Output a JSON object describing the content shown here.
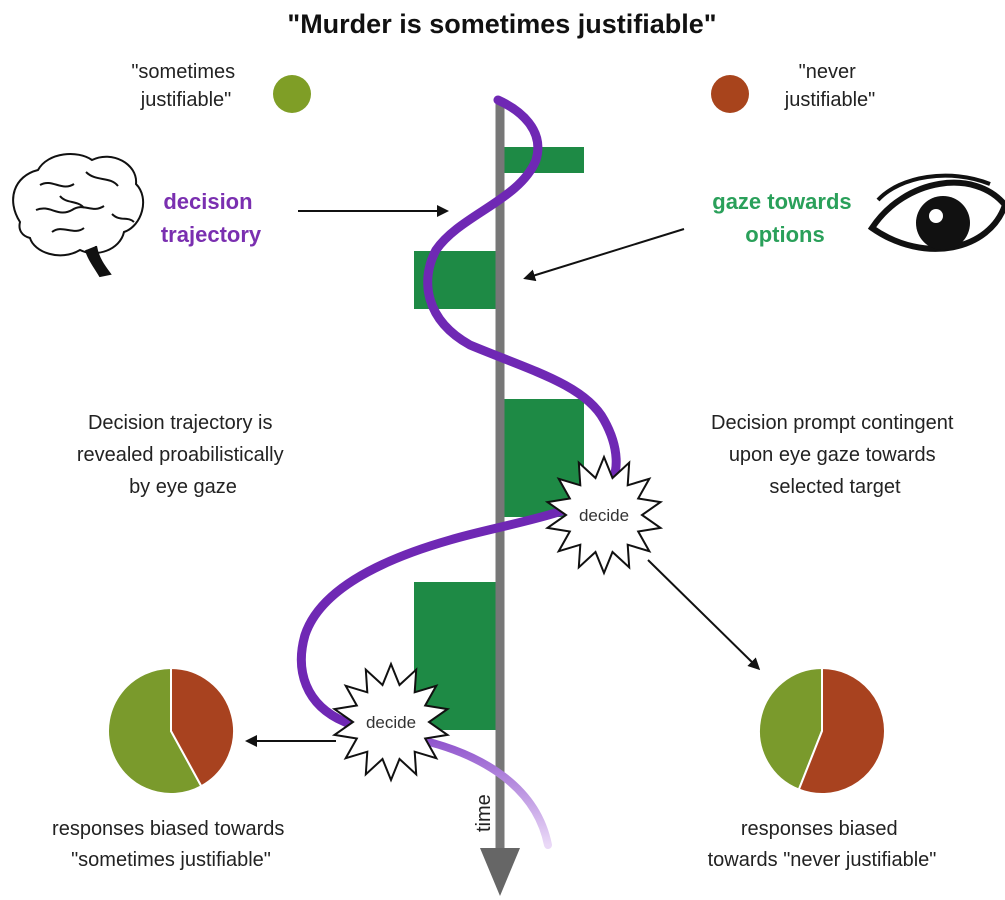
{
  "title": "\"Murder is sometimes justifiable\"",
  "options": {
    "left": [
      "\"sometimes",
      "justifiable\""
    ],
    "right": [
      "\"never",
      "justifiable\""
    ]
  },
  "labels": {
    "decision_trajectory": [
      "decision",
      "trajectory"
    ],
    "gaze_towards_options": [
      "gaze towards",
      "options"
    ],
    "decide": "decide",
    "time": "time"
  },
  "notes": {
    "left": [
      "Decision trajectory is",
      "revealed proabilistically",
      "by eye gaze"
    ],
    "right": [
      "Decision prompt contingent",
      "upon eye gaze towards",
      "selected target"
    ]
  },
  "responses": {
    "left": [
      "responses biased towards",
      "\"sometimes justifiable\""
    ],
    "right": [
      "responses biased",
      "towards \"never justifiable\""
    ]
  },
  "pies": {
    "left": {
      "sometimes_fraction": 0.58,
      "never_fraction": 0.42
    },
    "right": {
      "sometimes_fraction": 0.44,
      "never_fraction": 0.56
    }
  },
  "colors": {
    "sometimes": "#7a9a2c",
    "never": "#a8421f",
    "trajectory": "#6f28b4",
    "gaze": "#1e8a45",
    "axis": "#777777"
  },
  "icons": [
    "brain-icon",
    "eye-icon",
    "decide-burst-icon"
  ]
}
